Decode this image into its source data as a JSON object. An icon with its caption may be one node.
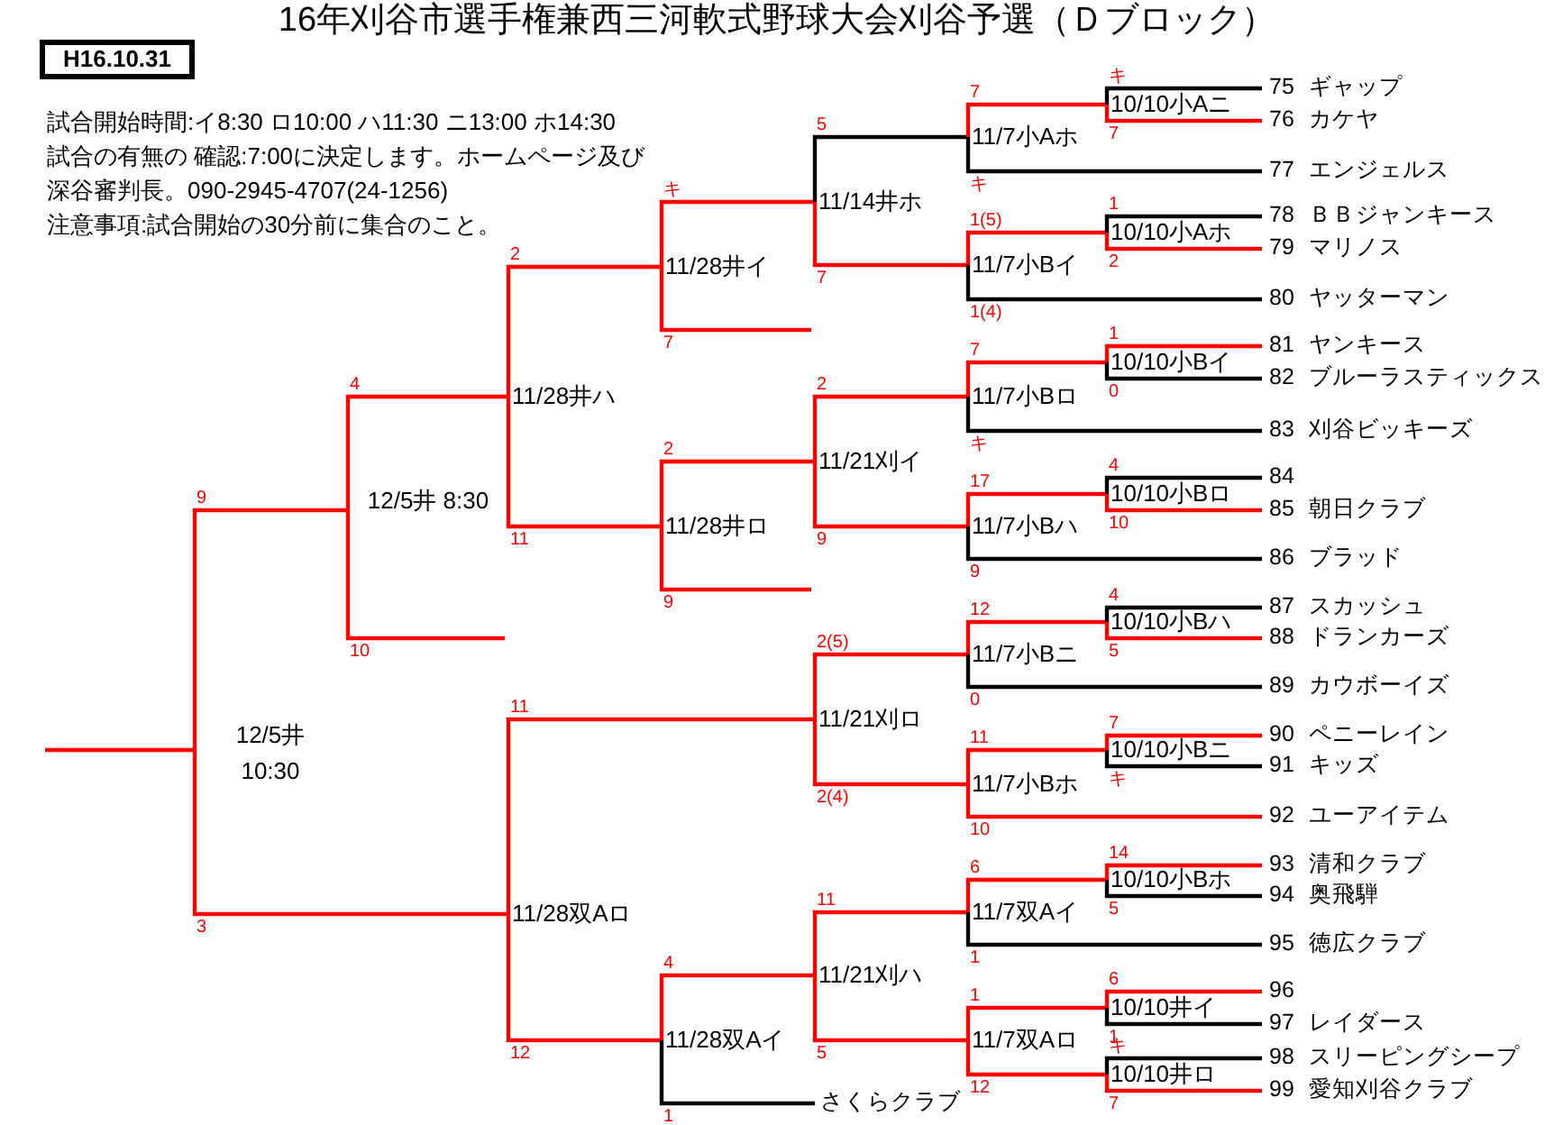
{
  "diagram": {
    "title": "16年刈谷市選手権兼西三河軟式野球大会刈谷予選（Ｄブロック）",
    "nodes": [
      {
        "text": [
          "12/5井 10:30"
        ]
      },
      {
        "text": [
          "12/5井 8:30"
        ]
      },
      {
        "text": [
          "11/28井ハ"
        ]
      },
      {
        "text": [
          "11/28双Aロ"
        ]
      },
      {
        "text": [
          "11/28井イ"
        ]
      },
      {
        "text": [
          "11/28井ロ"
        ]
      },
      {
        "text": [
          "11/28双Aイ"
        ]
      },
      {
        "text": [
          "11/14井ホ"
        ]
      },
      {
        "text": [
          "11/21刈イ"
        ]
      },
      {
        "text": [
          "11/21刈ロ"
        ]
      },
      {
        "text": [
          "11/21刈ハ"
        ]
      },
      {
        "text": [
          "11/7小Aホ"
        ]
      },
      {
        "text": [
          "11/7小Bイ"
        ]
      },
      {
        "text": [
          "11/7小Bロ"
        ]
      },
      {
        "text": [
          "11/7小Bハ"
        ]
      },
      {
        "text": [
          "11/7小Bニ"
        ]
      },
      {
        "text": [
          "11/7小Bホ"
        ]
      },
      {
        "text": [
          "11/7双Aイ"
        ]
      },
      {
        "text": [
          "11/7双Aロ"
        ]
      },
      {
        "text": [
          "10/10小Aニ"
        ]
      },
      {
        "text": [
          "10/10小Aホ"
        ]
      },
      {
        "text": [
          "10/10小Bイ"
        ]
      },
      {
        "text": [
          "10/10小Bロ"
        ]
      },
      {
        "text": [
          "10/10小Bハ"
        ]
      },
      {
        "text": [
          "10/10小Bニ"
        ]
      },
      {
        "text": [
          "10/10小Bホ"
        ]
      },
      {
        "text": [
          "10/10井イ"
        ]
      },
      {
        "text": [
          "10/10井ロ"
        ]
      },
      {
        "text": [
          "75",
          "ギャップ"
        ]
      },
      {
        "text": [
          "76",
          "カケヤ"
        ]
      },
      {
        "text": [
          "77",
          "エンジェルス"
        ]
      },
      {
        "text": [
          "78",
          "ＢＢジャンキース"
        ]
      },
      {
        "text": [
          "79",
          "マリノス"
        ]
      },
      {
        "text": [
          "80",
          "ヤッターマン"
        ]
      },
      {
        "text": [
          "81",
          "ヤンキース"
        ]
      },
      {
        "text": [
          "82",
          "ブルーラスティックス"
        ]
      },
      {
        "text": [
          "83",
          "刈谷ビッキーズ"
        ]
      },
      {
        "text": [
          "84"
        ]
      },
      {
        "text": [
          "85",
          "朝日クラブ"
        ]
      },
      {
        "text": [
          "86",
          "ブラッド"
        ]
      },
      {
        "text": [
          "87",
          "スカッシュ"
        ]
      },
      {
        "text": [
          "88",
          "ドランカーズ"
        ]
      },
      {
        "text": [
          "89",
          "カウボーイズ"
        ]
      },
      {
        "text": [
          "90",
          "ペニーレイン"
        ]
      },
      {
        "text": [
          "91",
          "キッズ"
        ]
      },
      {
        "text": [
          "92",
          "ユーアイテム"
        ]
      },
      {
        "text": [
          "93",
          "清和クラブ"
        ]
      },
      {
        "text": [
          "94",
          "奥飛騨"
        ]
      },
      {
        "text": [
          "95",
          "徳広クラブ"
        ]
      },
      {
        "text": [
          "96"
        ]
      },
      {
        "text": [
          "97",
          "レイダース"
        ]
      },
      {
        "text": [
          "98",
          "スリーピングシープ"
        ]
      },
      {
        "text": [
          "99",
          "愛知刈谷クラブ"
        ]
      },
      {
        "text": [
          "さくらクラブ"
        ]
      }
    ],
    "edges": [
      {
        "from": 1,
        "to": 0,
        "arrow": "none",
        "label": "9"
      },
      {
        "from": 3,
        "to": 0,
        "arrow": "none",
        "label": "3"
      },
      {
        "from": 2,
        "to": 1,
        "arrow": "none",
        "label": "4"
      },
      {
        "from": null,
        "to": 1,
        "arrow": "none",
        "label": "10"
      },
      {
        "from": 4,
        "to": 2,
        "arrow": "none",
        "label": "2"
      },
      {
        "from": 5,
        "to": 2,
        "arrow": "none",
        "label": "11"
      },
      {
        "from": 9,
        "to": 3,
        "arrow": "none",
        "label": "11"
      },
      {
        "from": 6,
        "to": 3,
        "arrow": "none",
        "label": "12"
      },
      {
        "from": 7,
        "to": 4,
        "arrow": "none",
        "label": "キ"
      },
      {
        "from": null,
        "to": 4,
        "arrow": "none",
        "label": "7"
      },
      {
        "from": 8,
        "to": 5,
        "arrow": "none",
        "label": "2"
      },
      {
        "from": null,
        "to": 5,
        "arrow": "none",
        "label": "9"
      },
      {
        "from": 10,
        "to": 6,
        "arrow": "none",
        "label": "4"
      },
      {
        "from": 53,
        "to": 6,
        "arrow": "none",
        "label": "1",
        "color": "#000000"
      },
      {
        "from": 11,
        "to": 7,
        "arrow": "none",
        "label": "5",
        "color": "#000000"
      },
      {
        "from": 12,
        "to": 7,
        "arrow": "none",
        "label": "7"
      },
      {
        "from": 13,
        "to": 8,
        "arrow": "none",
        "label": "2"
      },
      {
        "from": 14,
        "to": 8,
        "arrow": "none",
        "label": "9"
      },
      {
        "from": 15,
        "to": 9,
        "arrow": "none",
        "label": "2(5)"
      },
      {
        "from": 16,
        "to": 9,
        "arrow": "none",
        "label": "2(4)"
      },
      {
        "from": 17,
        "to": 10,
        "arrow": "none",
        "label": "11"
      },
      {
        "from": 18,
        "to": 10,
        "arrow": "none",
        "label": "5"
      },
      {
        "from": 19,
        "to": 11,
        "arrow": "none",
        "label": "7"
      },
      {
        "from": 30,
        "to": 11,
        "arrow": "none",
        "label": "キ",
        "color": "#000000"
      },
      {
        "from": 20,
        "to": 12,
        "arrow": "none",
        "label": "1(5)"
      },
      {
        "from": 33,
        "to": 12,
        "arrow": "none",
        "label": "1(4)",
        "color": "#000000"
      },
      {
        "from": 21,
        "to": 13,
        "arrow": "none",
        "label": "7"
      },
      {
        "from": 36,
        "to": 13,
        "arrow": "none",
        "label": "キ",
        "color": "#000000"
      },
      {
        "from": 22,
        "to": 14,
        "arrow": "none",
        "label": "17"
      },
      {
        "from": 39,
        "to": 14,
        "arrow": "none",
        "label": "9",
        "color": "#000000"
      },
      {
        "from": 23,
        "to": 15,
        "arrow": "none",
        "label": "12"
      },
      {
        "from": 42,
        "to": 15,
        "arrow": "none",
        "label": "0",
        "color": "#000000"
      },
      {
        "from": 24,
        "to": 16,
        "arrow": "none",
        "label": "11"
      },
      {
        "from": 45,
        "to": 16,
        "arrow": "none",
        "label": "10"
      },
      {
        "from": 25,
        "to": 17,
        "arrow": "none",
        "label": "6"
      },
      {
        "from": 48,
        "to": 17,
        "arrow": "none",
        "label": "1",
        "color": "#000000"
      },
      {
        "from": 26,
        "to": 18,
        "arrow": "none",
        "label": "1"
      },
      {
        "from": 27,
        "to": 18,
        "arrow": "none",
        "label": "12"
      },
      {
        "from": 28,
        "to": 19,
        "arrow": "none",
        "label": "キ",
        "color": "#000000"
      },
      {
        "from": 29,
        "to": 19,
        "arrow": "none",
        "label": "7"
      },
      {
        "from": 31,
        "to": 20,
        "arrow": "none",
        "label": "1",
        "color": "#000000"
      },
      {
        "from": 32,
        "to": 20,
        "arrow": "none",
        "label": "2"
      },
      {
        "from": 34,
        "to": 21,
        "arrow": "none",
        "label": "1"
      },
      {
        "from": 35,
        "to": 21,
        "arrow": "none",
        "label": "0",
        "color": "#000000"
      },
      {
        "from": 37,
        "to": 22,
        "arrow": "none",
        "label": "4",
        "color": "#000000"
      },
      {
        "from": 38,
        "to": 22,
        "arrow": "none",
        "label": "10"
      },
      {
        "from": 40,
        "to": 23,
        "arrow": "none",
        "label": "4",
        "color": "#000000"
      },
      {
        "from": 41,
        "to": 23,
        "arrow": "none",
        "label": "5"
      },
      {
        "from": 43,
        "to": 24,
        "arrow": "none",
        "label": "7"
      },
      {
        "from": 44,
        "to": 24,
        "arrow": "none",
        "label": "キ",
        "color": "#000000"
      },
      {
        "from": 46,
        "to": 25,
        "arrow": "none",
        "label": "14"
      },
      {
        "from": 47,
        "to": 25,
        "arrow": "none",
        "label": "5",
        "color": "#000000"
      },
      {
        "from": 49,
        "to": 26,
        "arrow": "none",
        "label": "6"
      },
      {
        "from": 50,
        "to": 26,
        "arrow": "none",
        "label": "1",
        "color": "#000000"
      },
      {
        "from": 51,
        "to": 27,
        "arrow": "none",
        "label": "キ",
        "color": "#000000"
      },
      {
        "from": 52,
        "to": 27,
        "arrow": "none",
        "label": "7"
      },
      {
        "from": 0,
        "to": null,
        "arrow": "none"
      }
    ],
    "labels": [
      "H16.10.31",
      "試合開始時間:イ8:30 ロ10:00 ハ11:30 ニ13:00 ホ14:30",
      "試合の有無の 確認:7:00に決定します。ホームページ及び",
      "深谷審判長。090-2945-4707(24-1256)",
      "注意事項:試合開始の30分前に集合のこと。"
    ]
  }
}
